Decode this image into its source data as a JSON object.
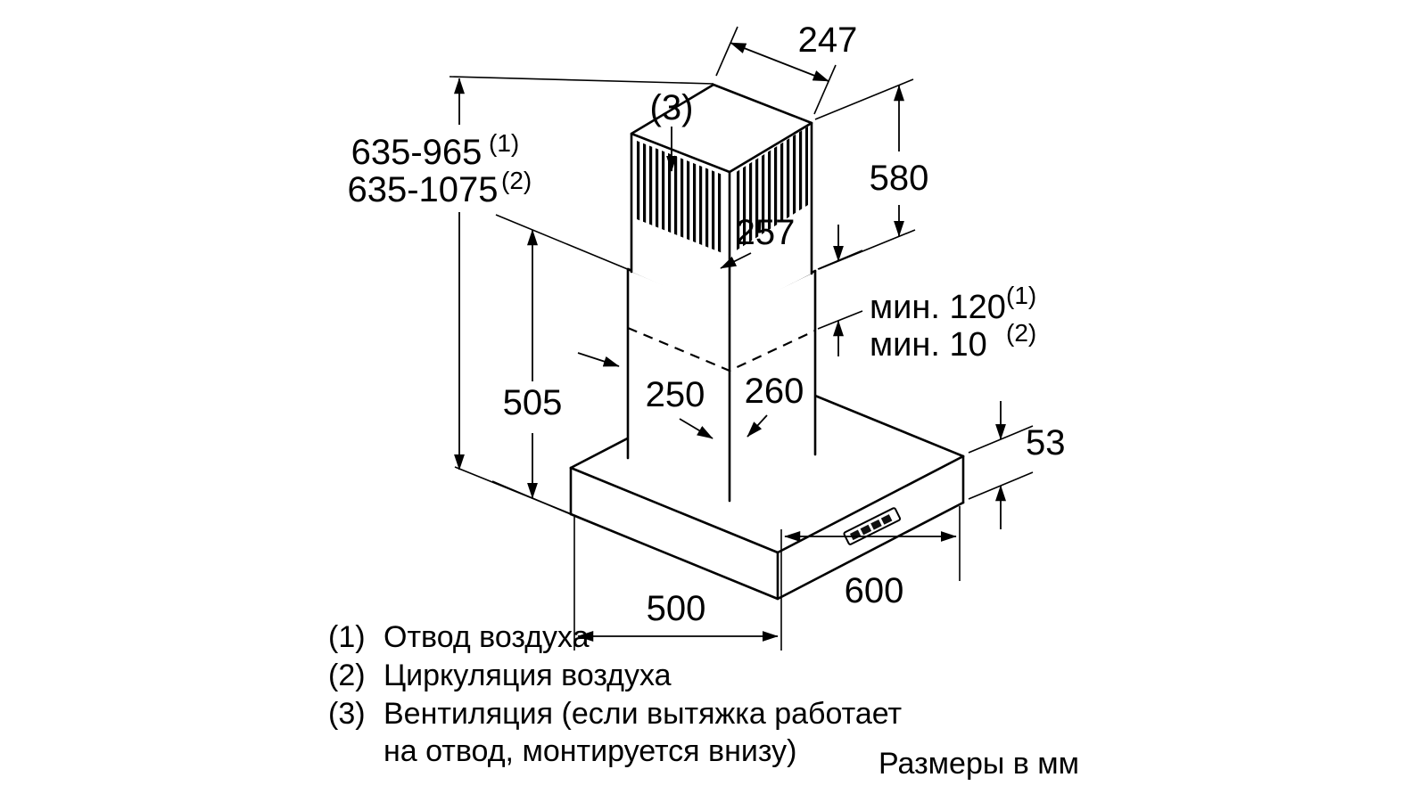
{
  "diagram": {
    "dims": {
      "top_width": "247",
      "upper_chimney_height": "580",
      "total_height_1": "635-965",
      "total_height_2": "635-1075",
      "lower_chimney_top": "257",
      "min_clearance_1": "мин. 120",
      "min_clearance_2": "мин. 10",
      "lower_chimney_height": "505",
      "chimney_depth_left": "250",
      "chimney_depth_right": "260",
      "canopy_thickness": "53",
      "canopy_width": "600",
      "canopy_depth": "500"
    },
    "superscripts": {
      "s1": "(1)",
      "s2": "(2)"
    },
    "vent_callout": "(3)",
    "legend": {
      "items": [
        {
          "num": "(1)",
          "text": "Отвод воздуха"
        },
        {
          "num": "(2)",
          "text": "Циркуляция воздуха"
        },
        {
          "num": "(3)",
          "text": "Вентиляция (если вытяжка работает"
        },
        {
          "num": "",
          "text": "на отвод, монтируется внизу)"
        }
      ]
    },
    "units_note": "Размеры в мм"
  },
  "colors": {
    "line": "#000000",
    "background": "#ffffff"
  }
}
